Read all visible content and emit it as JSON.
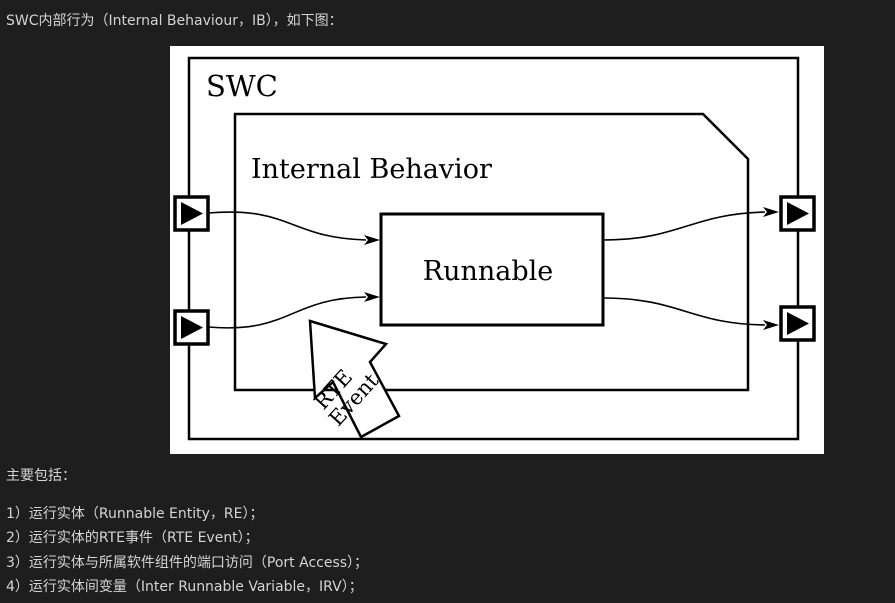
{
  "article": {
    "intro": "SWC内部行为（Internal Behaviour，IB），如下图：",
    "summary": "主要包括：",
    "items": [
      "1）运行实体（Runnable Entity，RE）；",
      "2）运行实体的RTE事件（RTE Event）；",
      "3）运行实体与所属软件组件的端口访问（Port Access）；",
      "4）运行实体间变量（Inter Runnable Variable，IRV）；"
    ]
  },
  "diagram": {
    "swc_label": "SWC",
    "internal_behavior_label": "Internal Behavior",
    "runnable_label": "Runnable",
    "event_label_line1": "RTE",
    "event_label_line2": "Event",
    "colors": {
      "ink": "#000000",
      "paper": "#ffffff"
    }
  }
}
